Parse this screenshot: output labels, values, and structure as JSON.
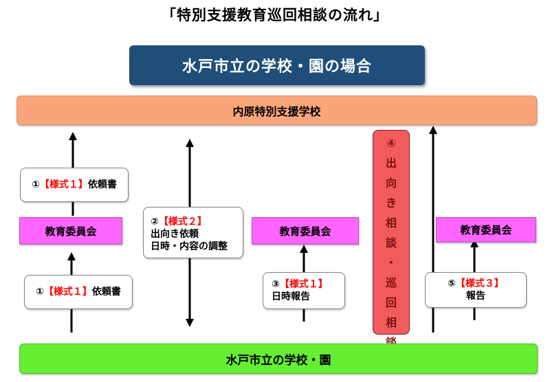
{
  "title": "「特別支援教育巡回相談の流れ」",
  "header": "水戸市立の学校・園の場合",
  "top_bar": "内原特別支援学校",
  "bottom_bar": "水戸市立の学校・園",
  "notes": {
    "request_upper": {
      "num": "①",
      "form": "【様式１】",
      "text": "依頼書"
    },
    "request_lower": {
      "num": "①",
      "form": "【様式１】",
      "text": "依頼書"
    },
    "visit_request": {
      "num": "②",
      "form": "【様式２】",
      "line1": "出向き依頼",
      "line2": "日時・内容の調整"
    },
    "schedule_report": {
      "num": "③",
      "form": "【様式１】",
      "line1": "日時報告"
    },
    "final_report": {
      "num": "⑤",
      "form": "【様式３】",
      "line1": "報告"
    }
  },
  "committee": "教育委員会",
  "visit": {
    "num": "④",
    "chars": [
      "出",
      "向",
      "き",
      "相",
      "談",
      "・",
      "巡",
      "回",
      "相",
      "談"
    ]
  },
  "colors": {
    "header_bg": "#1f4e79",
    "top_bar_bg": "#f9a57b",
    "bottom_bar_bg": "#66ee33",
    "committee_bg": "#ff66ff",
    "visit_bg": "#f25b5b",
    "form_label": "#ff0000"
  }
}
